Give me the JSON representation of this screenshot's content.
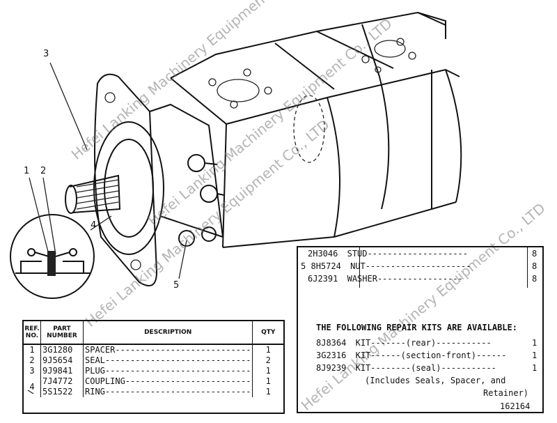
{
  "callouts": [
    "3",
    "1",
    "2",
    "5",
    "4"
  ],
  "parts_table": {
    "headers": {
      "ref": "REF. NO.",
      "part": "PART NUMBER",
      "description": "DESCRIPTION",
      "qty": "QTY"
    },
    "rows": [
      {
        "ref": "1",
        "part": "3G1280",
        "desc": "SPACER",
        "qty": "1"
      },
      {
        "ref": "2",
        "part": "9J5654",
        "desc": "SEAL",
        "qty": "2"
      },
      {
        "ref": "3",
        "part": "9J9841",
        "desc": "PLUG",
        "qty": "1"
      },
      {
        "ref": "4",
        "part": "7J4772",
        "desc": "COUPLING",
        "qty": "1"
      },
      {
        "ref": "",
        "part": "5S1522",
        "desc": "RING",
        "qty": "1"
      }
    ]
  },
  "kit_table": {
    "rows": [
      {
        "ref": "",
        "part": "2H3046",
        "desc": "STUD",
        "qty": "8"
      },
      {
        "ref": "5",
        "part": "8H5724",
        "desc": "NUT",
        "qty": "8"
      },
      {
        "ref": "",
        "part": "6J2391",
        "desc": "WASHER",
        "qty": "8"
      }
    ],
    "note": "THE FOLLOWING REPAIR KITS ARE AVAILABLE:",
    "kits": [
      {
        "part": "8J8364",
        "desc": "KIT",
        "detail": "(rear)",
        "qty": "1"
      },
      {
        "part": "3G2316",
        "desc": "KIT",
        "detail": "(section-front)",
        "qty": "1"
      },
      {
        "part": "8J9239",
        "desc": "KIT",
        "detail": "(seal)",
        "qty": "1"
      }
    ],
    "includes_line1": "(Includes Seals, Spacer, and",
    "includes_line2": "Retainer)"
  },
  "figure_number": "162164",
  "watermark": "Hefei Lanking Machinery Equipment Co., LTD"
}
